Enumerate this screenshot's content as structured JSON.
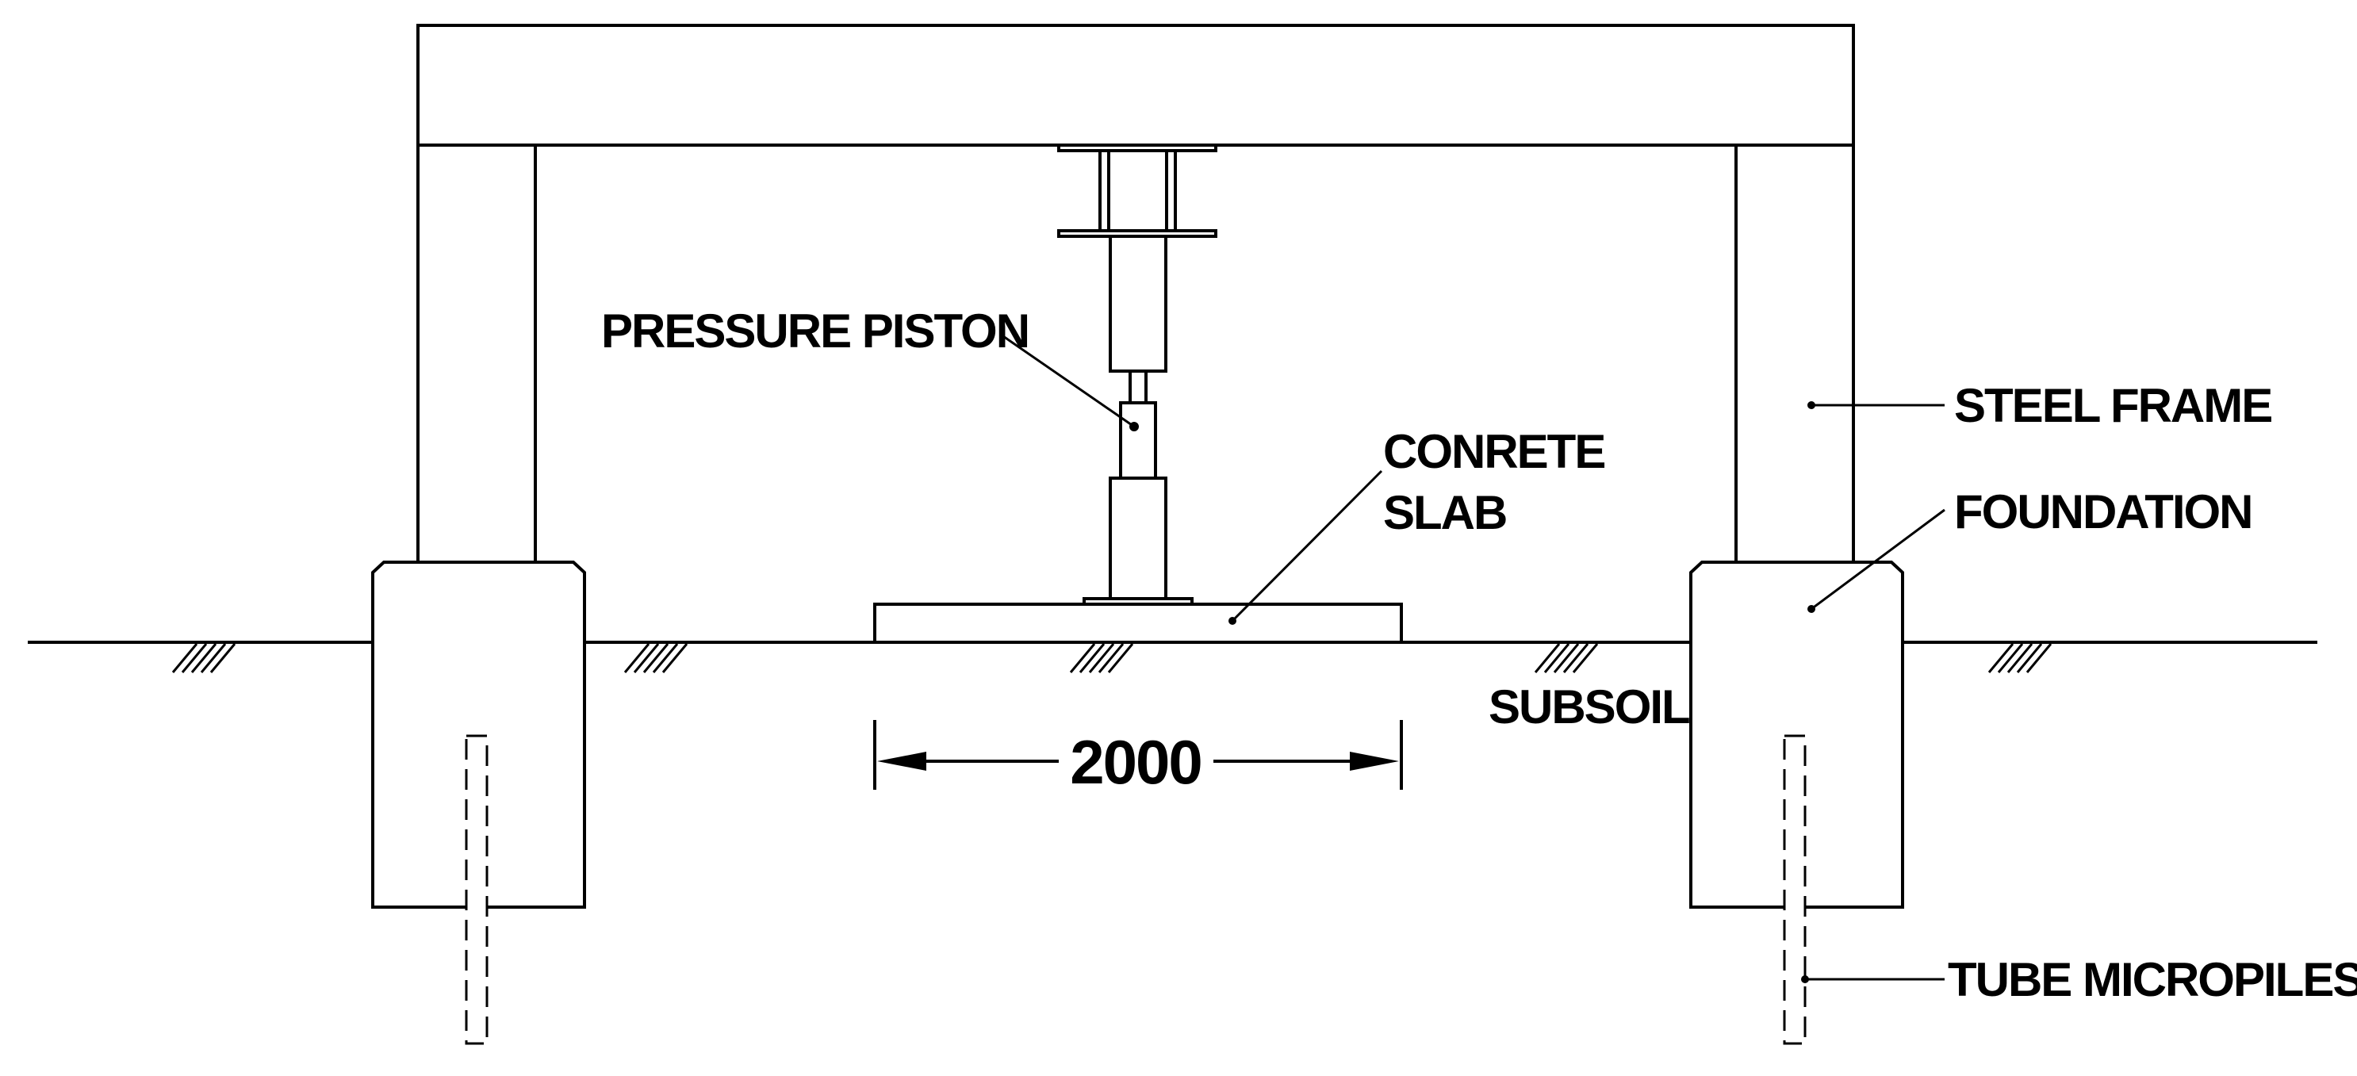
{
  "diagram": {
    "labels": {
      "pressure_piston": "PRESSURE PISTON",
      "concrete_slab_line1": "CONRETE",
      "concrete_slab_line2": "SLAB",
      "steel_frame": "STEEL FRAME",
      "foundation": "FOUNDATION",
      "subsoil": "SUBSOIL",
      "tube_micropiles": "TUBE MICROPILES"
    },
    "dimension": {
      "value": "2000"
    },
    "colors": {
      "line": "#000000",
      "background": "#ffffff"
    }
  }
}
